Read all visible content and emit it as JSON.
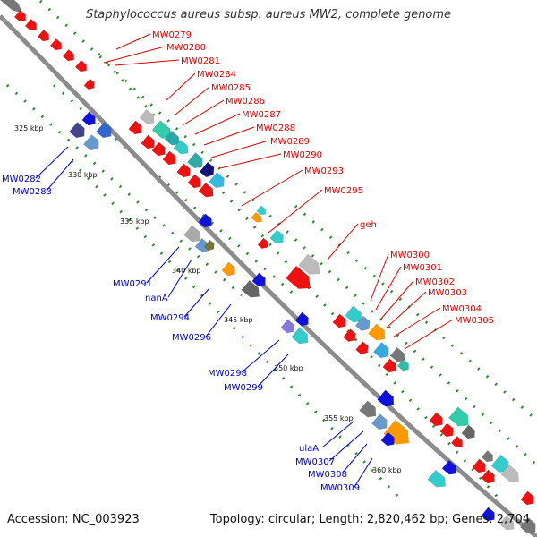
{
  "title": "Staphylococcus aureus subsp. aureus MW2, complete genome",
  "accession": "Accession: NC_003923",
  "summary": "Topology: circular; Length: 2,820,462 bp; Genes: 2,704",
  "colors": {
    "backbone": "#8c8c8c",
    "tick_dot": "#2e8b2e",
    "label_forward": "#e00000",
    "label_reverse": "#0000cc"
  },
  "kbp_markers": [
    "325 kbp",
    "330 kbp",
    "335 kbp",
    "340 kbp",
    "345 kbp",
    "350 kbp",
    "355 kbp",
    "360 kbp"
  ],
  "forward_labels": [
    "MW0279",
    "MW0280",
    "MW0281",
    "MW0284",
    "MW0285",
    "MW0286",
    "MW0287",
    "MW0288",
    "MW0289",
    "MW0290",
    "MW0293",
    "MW0295",
    "geh",
    "MW0300",
    "MW0301",
    "MW0302",
    "MW0303",
    "MW0304",
    "MW0305"
  ],
  "reverse_labels": [
    "MW0282",
    "MW0283",
    "MW0291",
    "nanA",
    "MW0294",
    "MW0296",
    "MW0298",
    "MW0299",
    "ulaA",
    "MW0307",
    "MW0308",
    "MW0309"
  ]
}
